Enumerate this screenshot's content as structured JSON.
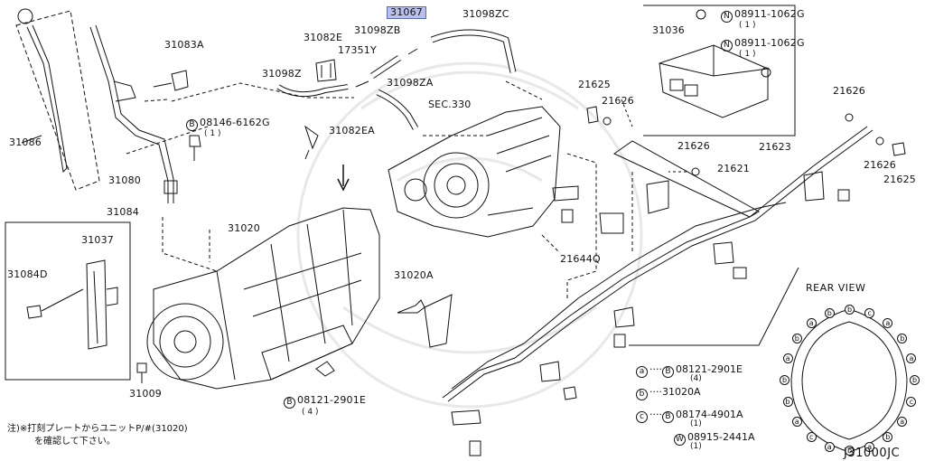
{
  "diagram": {
    "code": "J31000JC",
    "highlighted_part": "31067",
    "labels": {
      "p31086": "31086",
      "p31083a": "31083A",
      "p31082e": "31082E",
      "p31098zb": "31098ZB",
      "p31067": "31067",
      "p31098zc": "31098ZC",
      "p31098z": "31098Z",
      "p17351y": "17351Y",
      "p31098za": "31098ZA",
      "psec330": "SEC.330",
      "p08146": "08146-6162G",
      "p08146_qty": "( 1 )",
      "p31082ea": "31082EA",
      "p31080": "31080",
      "p31084": "31084",
      "p31020": "31020",
      "p31037": "31037",
      "p31084d": "31084D",
      "p31020a": "31020A",
      "p31009": "31009",
      "p08121": "08121-2901E",
      "p08121_qty": "( 4 )",
      "p31036": "31036",
      "p08911_1": "08911-1062G",
      "p08911_1_qty": "( 1 )",
      "p08911_2": "08911-1062G",
      "p08911_2_qty": "( 1 )",
      "p21625_l": "21625",
      "p21626_l": "21626",
      "p21626_m": "21626",
      "p21623": "21623",
      "p21621": "21621",
      "p21626_r1": "21626",
      "p21626_r2": "21626",
      "p21625_r": "21625",
      "p21644q": "21644Q",
      "circle_b": "B",
      "circle_n": "N"
    },
    "note_line1": "注)※打刻プレートからユニットP/#(31020)",
    "note_line2": "を確認して下さい。",
    "rear_view": {
      "title": "REAR VIEW",
      "legend": [
        {
          "key": "a",
          "symbol": "B",
          "part": "08121-2901E",
          "qty": "(4)"
        },
        {
          "key": "b",
          "symbol": "",
          "part": "31020A",
          "qty": ""
        },
        {
          "key": "c",
          "symbol": "B",
          "part": "08174-4901A",
          "qty": "(1)"
        },
        {
          "key": "",
          "symbol": "W",
          "part": "08915-2441A",
          "qty": "(1)"
        }
      ],
      "bolt_letters": [
        "b",
        "c",
        "a",
        "b",
        "a",
        "b",
        "c",
        "a",
        "b",
        "a",
        "b",
        "a",
        "c",
        "a",
        "b",
        "b",
        "a",
        "b",
        "a",
        "b"
      ]
    }
  }
}
